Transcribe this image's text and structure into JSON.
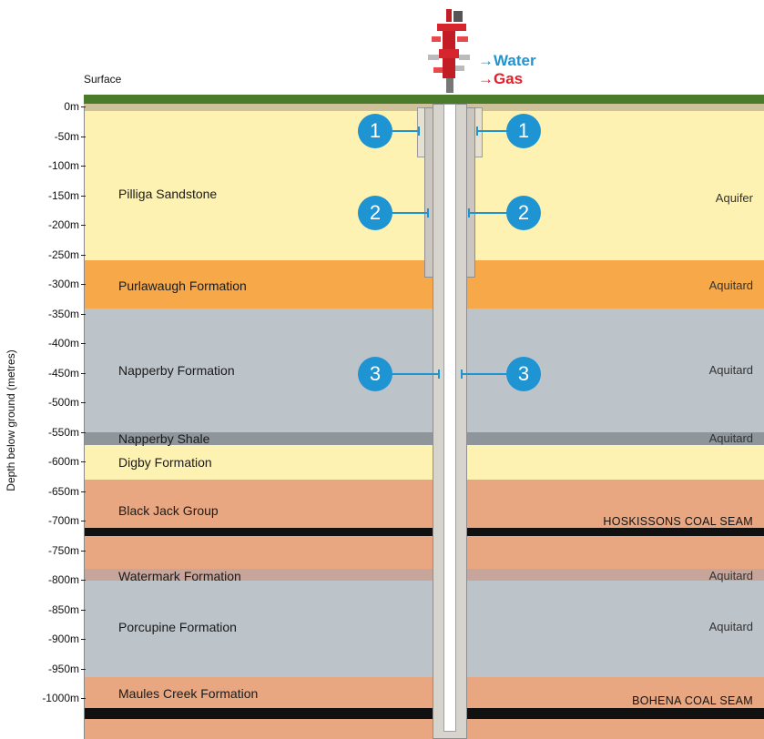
{
  "surface_label": "Surface",
  "y_axis_label": "Depth below ground (metres)",
  "depth_ticks": [
    "0m",
    "-50m",
    "-100m",
    "-150m",
    "-200m",
    "-250m",
    "-300m",
    "-350m",
    "-400m",
    "-450m",
    "-500m",
    "-550m",
    "-600m",
    "-650m",
    "-700m",
    "-750m",
    "-800m",
    "-850m",
    "-900m",
    "-950m",
    "-1000m"
  ],
  "formations": {
    "pilliga": "Pilliga Sandstone",
    "purlawaugh": "Purlawaugh Formation",
    "napperby": "Napperby Formation",
    "napperby_shale": "Napperby Shale",
    "digby": "Digby Formation",
    "black_jack": "Black Jack Group",
    "watermark": "Watermark Formation",
    "porcupine": "Porcupine Formation",
    "maules_creek": "Maules Creek Formation"
  },
  "classifications": {
    "pilliga": "Aquifer",
    "purlawaugh": "Aquitard",
    "napperby": "Aquitard",
    "napperby_shale": "Aquitard",
    "watermark": "Aquitard",
    "porcupine": "Aquitard",
    "hoskissons": "HOSKISSONS COAL SEAM",
    "bohena": "BOHENA COAL SEAM"
  },
  "flows": {
    "water": "Water",
    "gas": "Gas"
  },
  "markers": {
    "one": "1",
    "two": "2",
    "three": "3"
  },
  "colors": {
    "aquifer": "#fef2b3",
    "purlawaugh": "#f7a94a",
    "grey": "#bcc3c9",
    "shale": "#8e969c",
    "clay": "#e8a780",
    "coal": "#111111",
    "marker": "#1e94d2",
    "water_arrow": "#1e94d2",
    "gas_arrow": "#e0202a",
    "grass": "#4a7b2b"
  }
}
